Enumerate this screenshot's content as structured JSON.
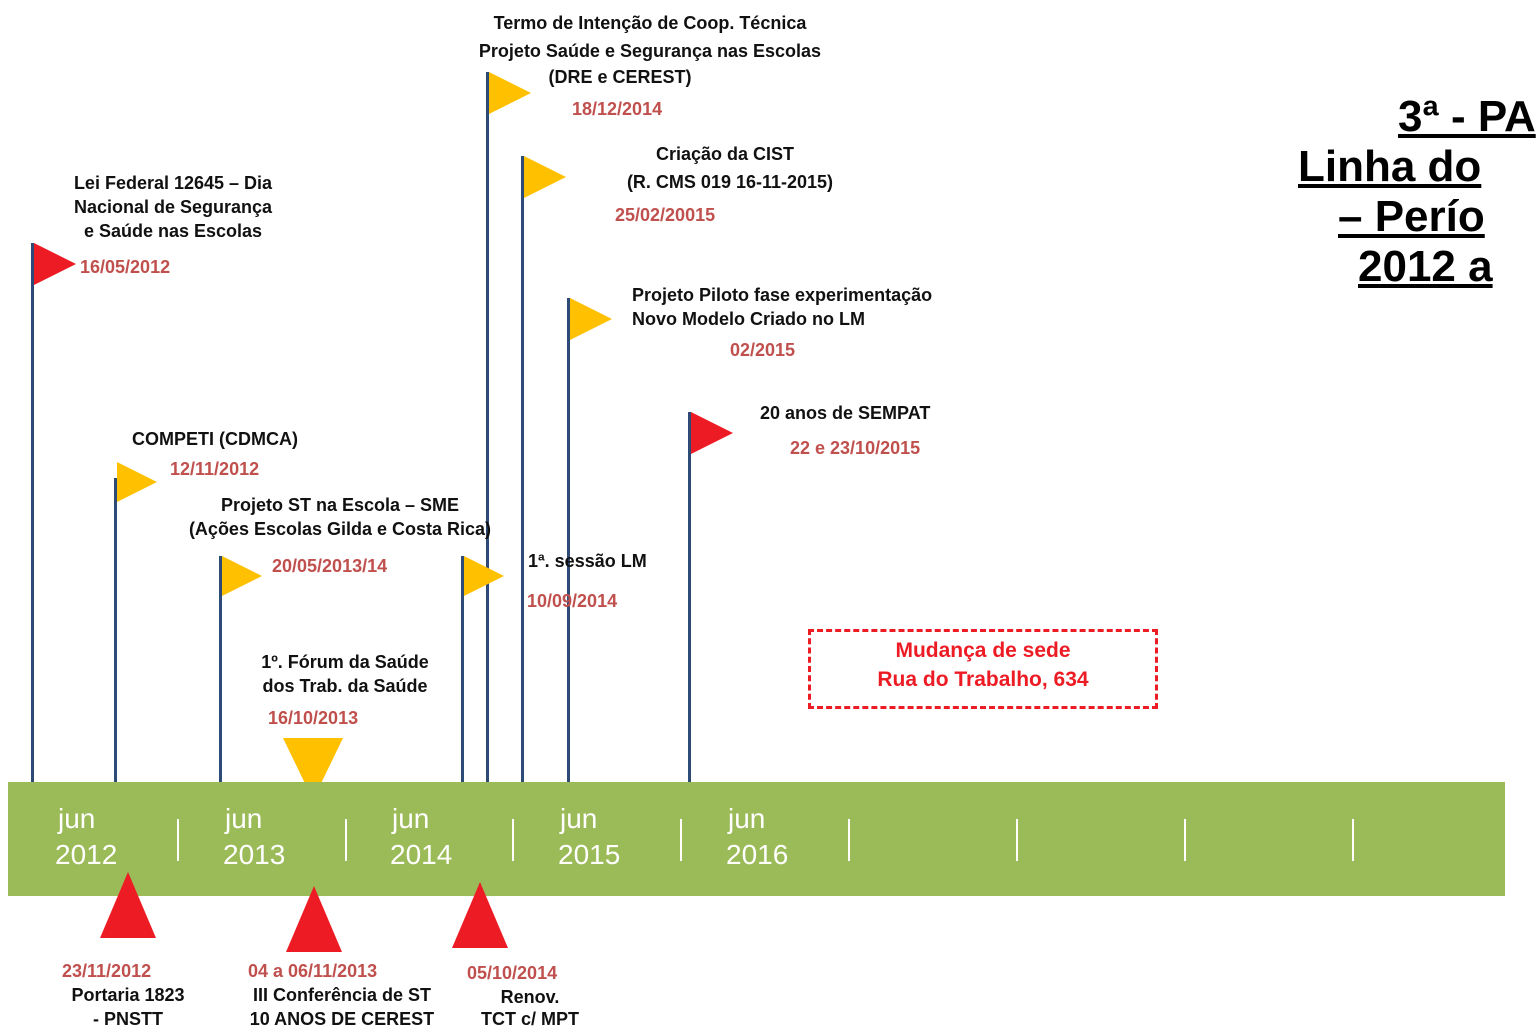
{
  "title": {
    "line1": "3ª - PA",
    "line2": "Linha do",
    "line3": "– Perío",
    "line4": "2012 a"
  },
  "colors": {
    "band": "#9bbb59",
    "flag_yellow": "#ffc000",
    "flag_red": "#ed1c24",
    "date": "#c0504d",
    "pole": "#2e4a76"
  },
  "timeline": {
    "years": [
      {
        "month": "jun",
        "year": "2012"
      },
      {
        "month": "jun",
        "year": "2013"
      },
      {
        "month": "jun",
        "year": "2014"
      },
      {
        "month": "jun",
        "year": "2015"
      },
      {
        "month": "jun",
        "year": "2016"
      }
    ]
  },
  "events_above": {
    "lei_federal": {
      "line1": "Lei Federal 12645 – Dia",
      "line2": "Nacional de Segurança",
      "line3": "e Saúde nas Escolas",
      "date": "16/05/2012",
      "flag": "red"
    },
    "competi": {
      "line1": "COMPETI (CDMCA)",
      "date": "12/11/2012",
      "flag": "yellow"
    },
    "projeto_st": {
      "line1": "Projeto ST na Escola – SME",
      "line2": "(Ações Escolas Gilda e Costa Rica)",
      "date": "20/05/2013/14",
      "flag": "yellow"
    },
    "forum": {
      "line1": "1º. Fórum da Saúde",
      "line2": "dos Trab. da Saúde",
      "date": "16/10/2013",
      "flag": "yellow"
    },
    "sessao_lm": {
      "line1": "1ª. sessão LM",
      "date": "10/09/2014",
      "flag": "yellow"
    },
    "termo": {
      "line1": "Termo de Intenção de Coop. Técnica",
      "line2": "Projeto Saúde e Segurança nas Escolas",
      "line3": "(DRE e CEREST)",
      "date": "18/12/2014",
      "flag": "yellow"
    },
    "cist": {
      "line1": "Criação da CIST",
      "line2": "(R. CMS 019 16-11-2015)",
      "date": "25/02/20015",
      "flag": "yellow"
    },
    "piloto": {
      "line1": "Projeto Piloto fase experimentação",
      "line2": "Novo Modelo Criado no LM",
      "date": "02/2015",
      "flag": "yellow"
    },
    "sempat": {
      "line1": "20 anos de SEMPAT",
      "date": "22 e 23/10/2015",
      "flag": "red"
    }
  },
  "events_below": [
    {
      "date": "23/11/2012",
      "line1": "Portaria 1823",
      "line2": "- PNSTT"
    },
    {
      "date": "04 a 06/11/2013",
      "line1": "III Conferência de ST",
      "line2": "10 ANOS DE CEREST"
    },
    {
      "date": "05/10/2014",
      "line1": "Renov.",
      "line2": "TCT c/ MPT"
    }
  ],
  "note": {
    "line1": "Mudança de sede",
    "line2": "Rua do Trabalho, 634"
  }
}
